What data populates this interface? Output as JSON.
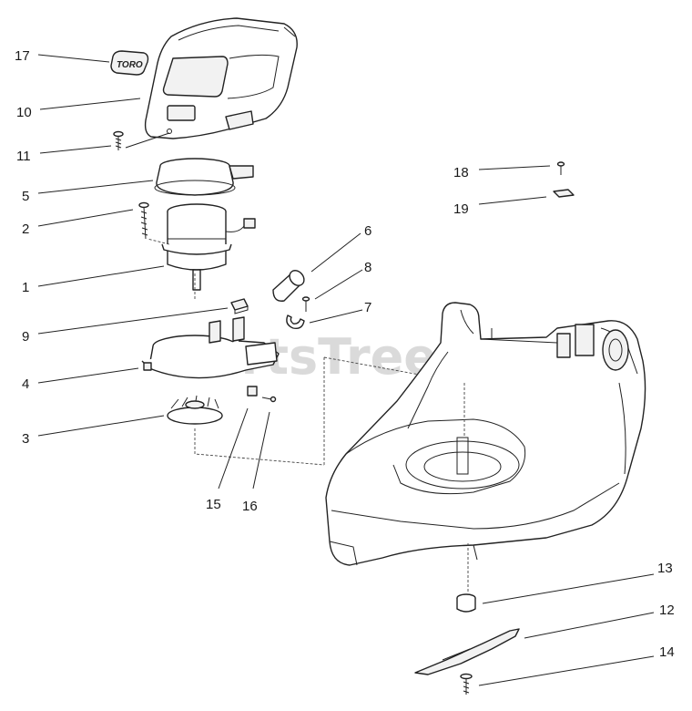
{
  "watermark": "PartsTree",
  "logo_text": "TORO",
  "callouts": {
    "c1": "1",
    "c2": "2",
    "c3": "3",
    "c4": "4",
    "c5": "5",
    "c6": "6",
    "c7": "7",
    "c8": "8",
    "c9": "9",
    "c10": "10",
    "c11": "11",
    "c12": "12",
    "c13": "13",
    "c14": "14",
    "c15": "15",
    "c16": "16",
    "c17": "17",
    "c18": "18",
    "c19": "19"
  }
}
